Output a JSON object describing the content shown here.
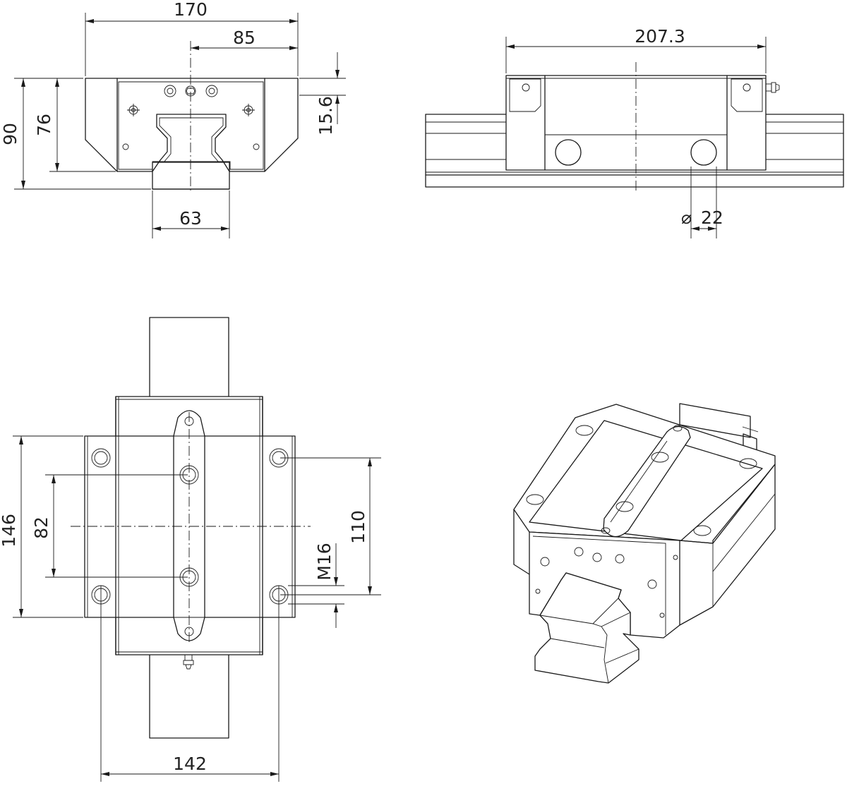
{
  "dimensions": {
    "front_width": "170",
    "front_half_width": "85",
    "front_height_total": "90",
    "front_height_block": "76",
    "front_offset": "15.6",
    "rail_width": "63",
    "side_length": "207.3",
    "side_hole_dia": "22",
    "top_mount_length": "146",
    "top_bolt_spacing_inner": "82",
    "top_bolt_spacing_outer": "110",
    "bolt_thread": "M16",
    "top_mount_width": "142"
  },
  "symbols": {
    "diameter": "⌀"
  },
  "colors": {
    "line": "#1a1a1a",
    "background": "#ffffff"
  }
}
